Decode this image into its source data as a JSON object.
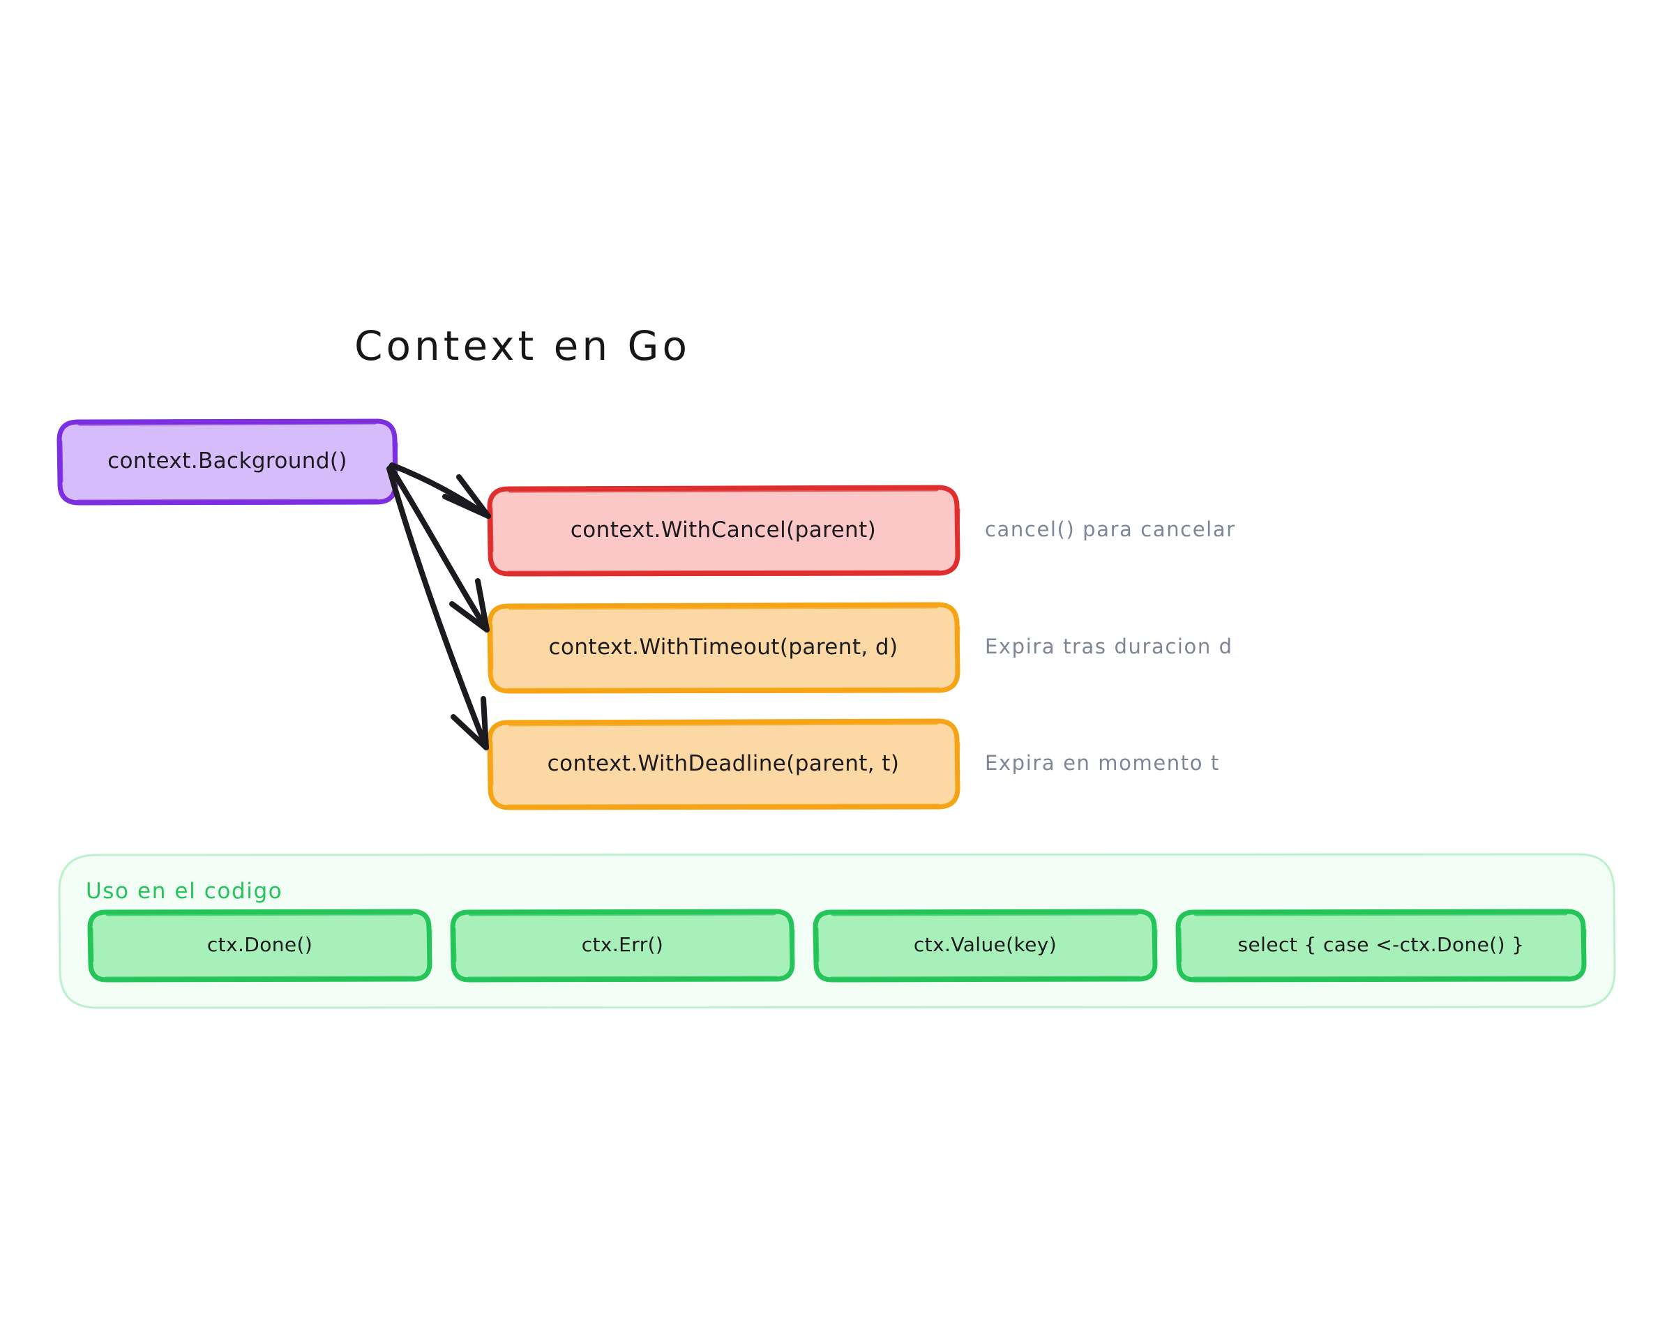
{
  "title": "Context en Go",
  "colors": {
    "root_fill": "#d6bcfa",
    "root_stroke": "#7c2fe0",
    "cancel_fill": "#fbc7c7",
    "cancel_stroke": "#e02d2d",
    "timeout_fill": "#fcd9a4",
    "timeout_stroke": "#f5a416",
    "deadline_fill": "#fcd9a4",
    "deadline_stroke": "#f5a416",
    "usage_group_fill": "#f2fdf5",
    "usage_group_stroke": "#bdf0cd",
    "pill_fill": "#a8f0b9",
    "pill_stroke": "#24c45a",
    "usage_title": "#24c45a",
    "annotation_text": "#7d8596",
    "arrow": "#1b1b1f",
    "node_text": "#1b1b1f"
  },
  "root": {
    "label": "context.Background()"
  },
  "derived": [
    {
      "label": "context.WithCancel(parent)",
      "annotation": "cancel() para cancelar"
    },
    {
      "label": "context.WithTimeout(parent, d)",
      "annotation": "Expira tras duracion d"
    },
    {
      "label": "context.WithDeadline(parent, t)",
      "annotation": "Expira en momento t"
    }
  ],
  "usage": {
    "title": "Uso en el codigo",
    "items": [
      {
        "label": "ctx.Done()"
      },
      {
        "label": "ctx.Err()"
      },
      {
        "label": "ctx.Value(key)"
      },
      {
        "label": "select { case <-ctx.Done() }"
      }
    ]
  },
  "arrows": [
    {
      "from": "context.Background()",
      "to": "context.WithCancel(parent)"
    },
    {
      "from": "context.Background()",
      "to": "context.WithTimeout(parent, d)"
    },
    {
      "from": "context.Background()",
      "to": "context.WithDeadline(parent, t)"
    }
  ]
}
